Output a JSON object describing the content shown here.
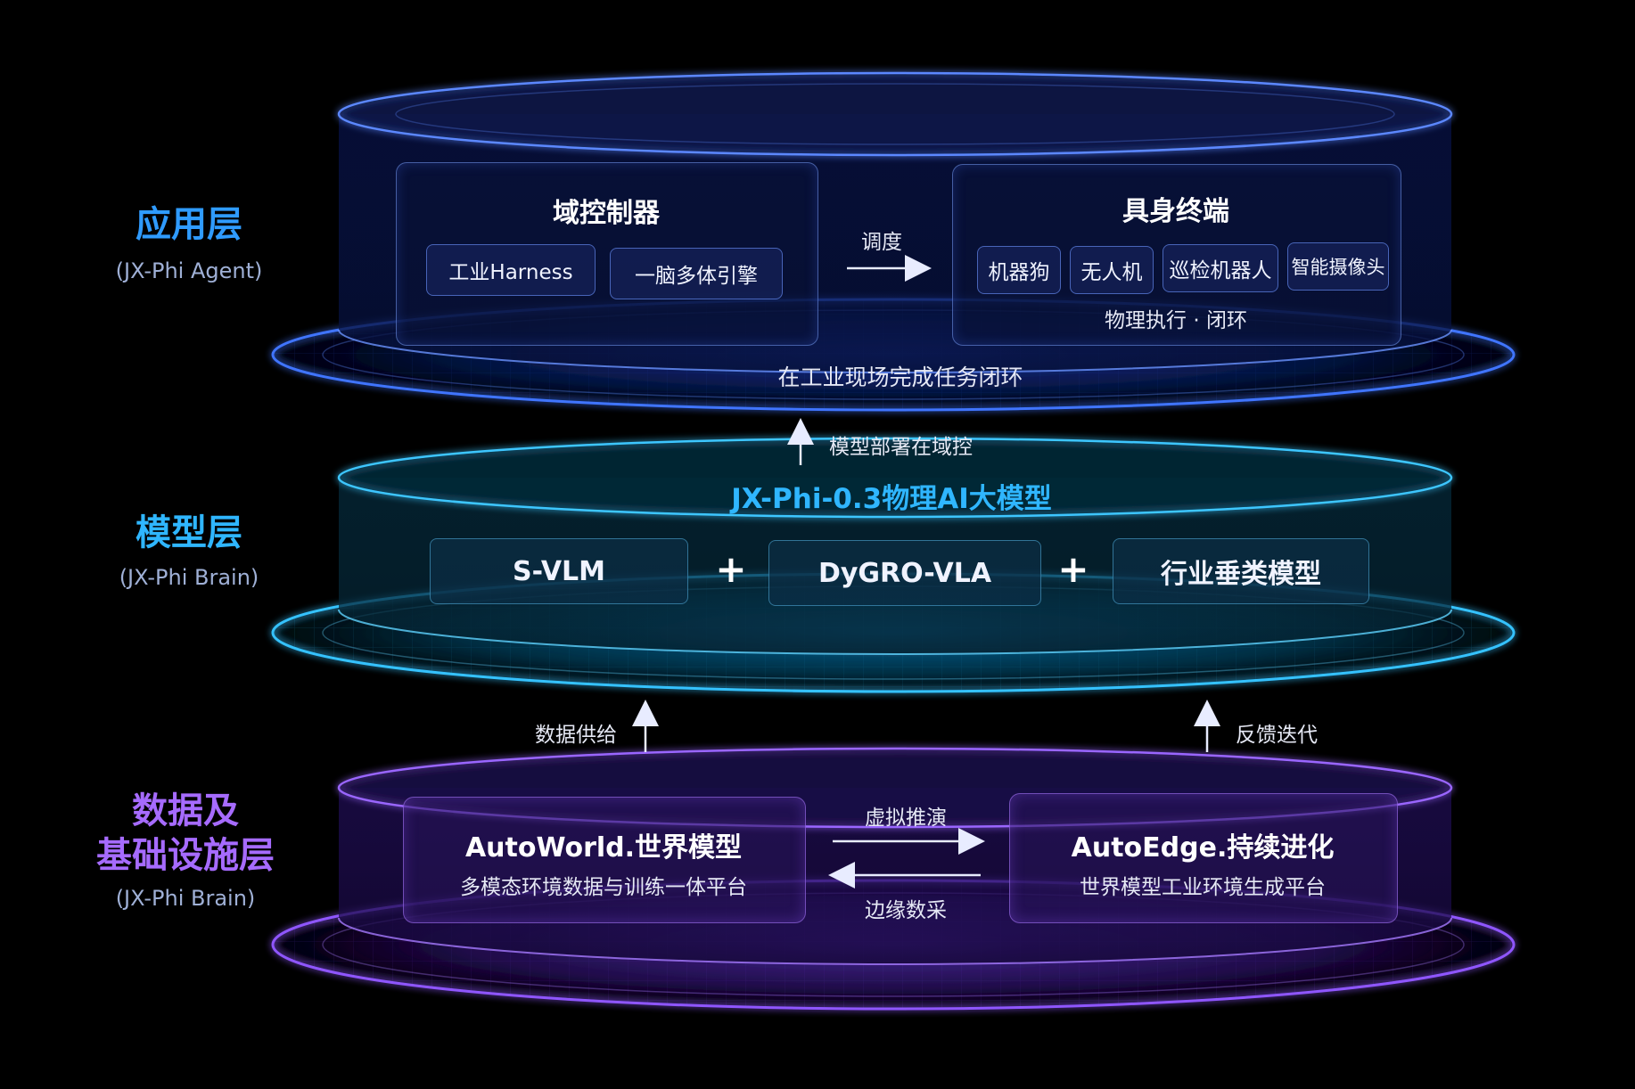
{
  "colors": {
    "app_accent": "#2f9bff",
    "model_accent": "#2fb6ff",
    "data_accent": "#a66bff",
    "app_ring": "#3f74ff",
    "model_ring": "#34c2ff",
    "data_ring": "#8f56ff"
  },
  "layers": {
    "application": {
      "title": "应用层",
      "subtitle": "(JX-Phi Agent)",
      "bottom_caption": "在工业现场完成任务闭环",
      "domain_controller": {
        "heading": "域控制器",
        "chips": [
          "工业Harness",
          "一脑多体引擎"
        ]
      },
      "dispatch_label": "调度",
      "terminals": {
        "heading": "具身终端",
        "chips": [
          "机器狗",
          "无人机",
          "巡检机器人",
          "智能摄像头"
        ],
        "caption": "物理执行 · 闭环"
      }
    },
    "deploy_label": "模型部署在域控",
    "model": {
      "title": "模型层",
      "subtitle": "(JX-Phi Brain)",
      "heading": "JX-Phi-0.3物理AI大模型",
      "chips": [
        "S-VLM",
        "DyGRO-VLA",
        "行业垂类模型"
      ],
      "plus": "+"
    },
    "data_supply_label": "数据供给",
    "feedback_label": "反馈迭代",
    "data": {
      "title_line1": "数据及",
      "title_line2": "基础设施层",
      "subtitle": "(JX-Phi Brain)",
      "left_panel": {
        "heading": "AutoWorld.世界模型",
        "caption": "多模态环境数据与训练一体平台"
      },
      "right_panel": {
        "heading": "AutoEdge.持续进化",
        "caption": "世界模型工业环境生成平台"
      },
      "forward_label": "虚拟推演",
      "backward_label": "边缘数采"
    }
  }
}
